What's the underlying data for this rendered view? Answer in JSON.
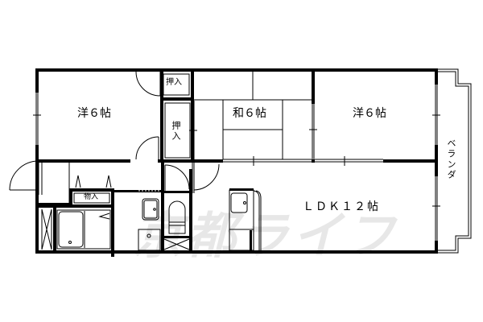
{
  "floor_plan": {
    "rooms": [
      {
        "id": "western-room-1",
        "label": "洋６帖",
        "type": "Western room",
        "size_jo": 6
      },
      {
        "id": "japanese-room",
        "label": "和６帖",
        "type": "Japanese room",
        "size_jo": 6
      },
      {
        "id": "western-room-2",
        "label": "洋６帖",
        "type": "Western room",
        "size_jo": 6
      },
      {
        "id": "ldk",
        "label": "ＬＤＫ１２帖",
        "type": "Living Dining Kitchen",
        "size_jo": 12
      }
    ],
    "storage": [
      {
        "id": "closet-top",
        "label": "押入"
      },
      {
        "id": "closet-side",
        "label": "押入"
      },
      {
        "id": "storage-hall",
        "label": "物入"
      }
    ],
    "veranda": {
      "label": "ベランダ"
    },
    "watermark": "京都ライフ",
    "colors": {
      "wall": "#000000",
      "background": "#ffffff",
      "watermark": "#e6e6e6"
    }
  }
}
